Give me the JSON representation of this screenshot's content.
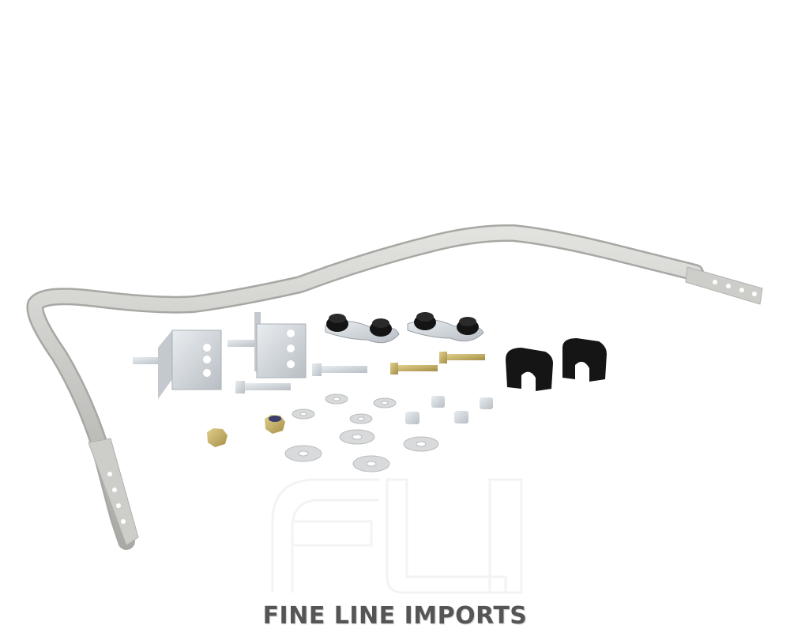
{
  "image": {
    "subject": "sway-bar-kit-product-photo",
    "background_color": "#ffffff",
    "bar_color": "#c9c9c6",
    "bushing_color": "#111111",
    "zinc_color": "#cfd3d6",
    "yellow_zinc_color": "#c9b46a"
  },
  "watermark": {
    "logo_text": "FLI",
    "brand_text": "FINE LINE IMPORTS",
    "brand_color": "#555555"
  }
}
